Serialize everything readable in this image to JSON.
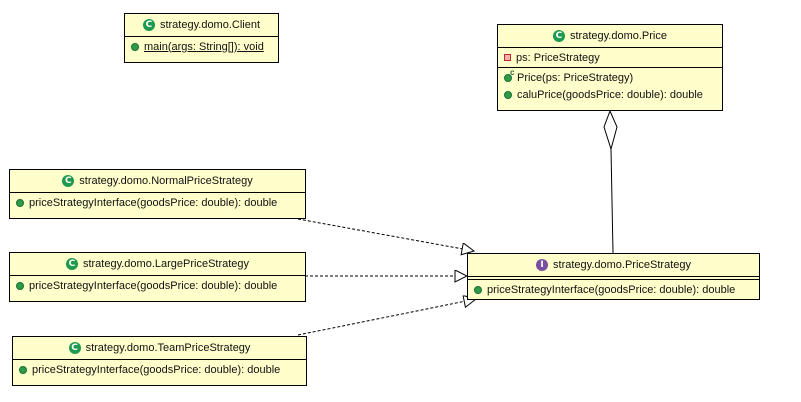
{
  "client": {
    "name": "strategy.domo.Client",
    "methods": [
      "main(args: String[]): void"
    ]
  },
  "price": {
    "name": "strategy.domo.Price",
    "attributes": [
      "ps: PriceStrategy"
    ],
    "methods": [
      "Price(ps: PriceStrategy)",
      "caluPrice(goodsPrice: double): double"
    ]
  },
  "normal": {
    "name": "strategy.domo.NormalPriceStrategy",
    "methods": [
      "priceStrategyInterface(goodsPrice: double): double"
    ]
  },
  "large": {
    "name": "strategy.domo.LargePriceStrategy",
    "methods": [
      "priceStrategyInterface(goodsPrice: double): double"
    ]
  },
  "team": {
    "name": "strategy.domo.TeamPriceStrategy",
    "methods": [
      "priceStrategyInterface(goodsPrice: double): double"
    ]
  },
  "strategy": {
    "name": "strategy.domo.PriceStrategy",
    "methods": [
      "priceStrategyInterface(goodsPrice: double): double"
    ]
  },
  "icons": {
    "class": "class-icon",
    "interface": "interface-icon",
    "public_method": "public-method-icon",
    "constructor": "constructor-icon",
    "private_field": "private-field-icon"
  },
  "colors": {
    "box_fill": "#ffffcc",
    "class_icon": "#1e9a4f",
    "interface_icon": "#7a4fa3",
    "private_marker": "#c0282d"
  }
}
